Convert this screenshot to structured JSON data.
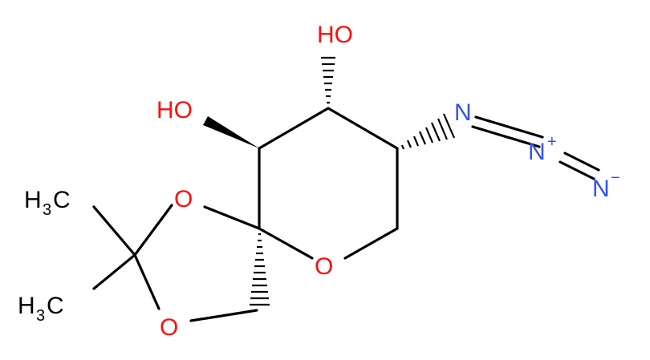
{
  "colors": {
    "background": "#ffffff",
    "bond": "#000000",
    "oxygen": "#ff0d0d",
    "nitrogen": "#3050f8",
    "carbon_label": "#000000"
  },
  "molecule": {
    "labels": {
      "oh_top": "HO",
      "oh_left": "HO",
      "o_dioxolane_upper": "O",
      "o_dioxolane_lower": "O",
      "o_ring": "O",
      "n1": "N",
      "n2": "N",
      "n2_charge": "+",
      "n3": "N",
      "n3_charge": "−",
      "methyl_upper": "H",
      "methyl_upper_sub": "3",
      "methyl_upper_c": "C",
      "methyl_lower": "H",
      "methyl_lower_sub": "3",
      "methyl_lower_c": "C"
    }
  }
}
